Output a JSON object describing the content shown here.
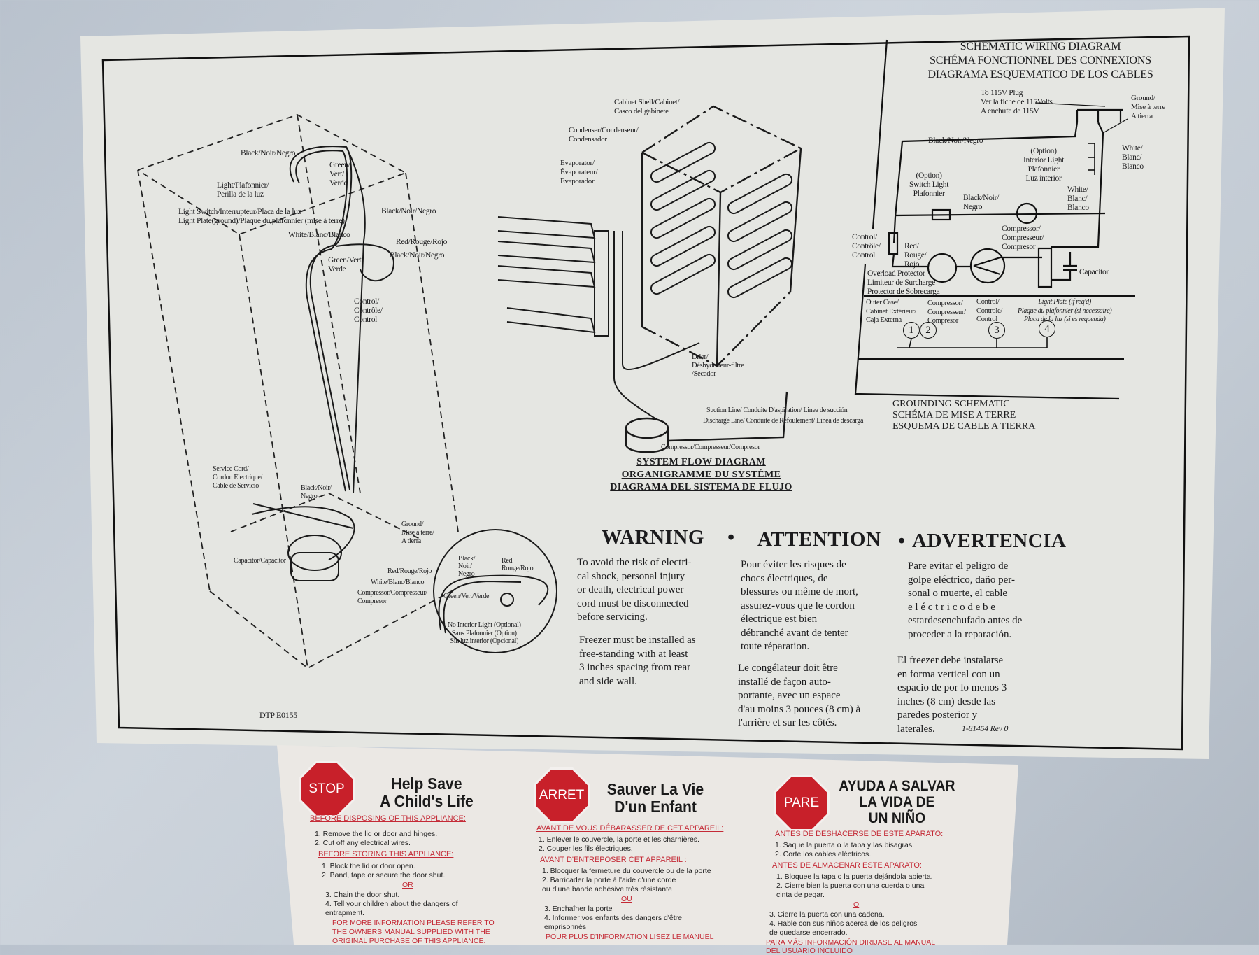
{
  "left_diagram": {
    "labels": [
      "Black/Noir/Negro",
      "Light/Plafonnier/\nPerilla de la luz",
      "Green/\nVert/\nVerde",
      "Light Switch/Interrupteur/Placa de la luz\nLight Plate(ground)/Plaque du plafonnier (mise à terre)",
      "Black/Noir/Negro",
      "White/Blanc/Blanco",
      "Red/Rouge/Rojo",
      "Black/Noir/Negro",
      "Green/Vert/\nVerde",
      "Control/\nContrôle/\nControl",
      "Service Cord/\nCordon Electrique/\nCable de Servicio",
      "Black/Noir/\nNegro",
      "Ground/\nMise à terre/\nA tierra",
      "Capacitor/Capacitor",
      "Red/Rouge/Rojo",
      "White/Blanc/Blanco",
      "Compressor/Compresseur/\nCompresor"
    ],
    "inset": {
      "labels": [
        "Black/\nNoir/\nNegro",
        "Red\nRouge/Rojo",
        "Green/Vert/Verde"
      ],
      "note": "No Interior Light (Optional)\nSans Plafonnier (Option)\nSin luz interior (Opcional)"
    },
    "code": "DTP E0155"
  },
  "flow_diagram": {
    "labels": [
      "Cabinet Shell/Cabinet/\nCasco del gabinete",
      "Condenser/Condenseur/\nCondensador",
      "Evaporator/\nÉvaporateur/\nEvaporador",
      "Drier/\nDéshydrateur-filtre\n/Secador",
      "Suction Line/ Conduite D'aspiration/ Linea de succión",
      "Discharge Line/ Conduite de Refoulement/ Linea de descarga",
      "Compressor/Compresseur/Compresor"
    ],
    "title": [
      "SYSTEM FLOW DIAGRAM",
      "ORGANIGRAMME DU SYSTÉME",
      "DIAGRAMA DEL SISTEMA DE FLUJO"
    ]
  },
  "schematic": {
    "title": "SCHEMATIC WIRING DIAGRAM\nSCHÉMA FONCTIONNEL DES CONNEXIONS\nDIAGRAMA ESQUEMATICO DE LOS CABLES",
    "labels": [
      "To 115V Plug\nVer la fiche de 115Volts\nA enchufe de 115V",
      "Ground/\nMise à terre\nA tierra",
      "Black/Noir/Negro",
      "(Option)\nInterior Light\nPlafonnier\nLuz interior",
      "White/\nBlanc/\nBlanco",
      "(Option)\nSwitch Light\nPlafonnier",
      "White/\nBlanc/\nBlanco",
      "Black/Noir/\nNegro",
      "Compressor/\nCompresseur/\nCompresor",
      "Control/\nContrôle/\nControl",
      "Red/\nRouge/\nRojo",
      "Overload Protector\nLimiteur de Surcharge\nProtector de Sobrecarga",
      "Capacitor"
    ],
    "grounding_labels": [
      "Outer Case/\nCabinet Extérieur/\nCaja Externa",
      "Compressor/\nCompresseur/\nCompresor",
      "Control/\nControle/\nControl",
      "Light Plate (if req'd)\nPlaque du plafonnier (si necessaire)\nPlaca de la luz (si es requenda)"
    ],
    "grounding_points": [
      "1",
      "2",
      "3",
      "4"
    ],
    "grounding_title": "GROUNDING SCHEMATIC\nSCHÉMA DE MISE A TERRE\nESQUEMA DE CABLE A TIERRA"
  },
  "warning": {
    "headings": [
      "WARNING",
      "•",
      "ATTENTION",
      "•",
      "ADVERTENCIA"
    ],
    "en": [
      "To avoid the risk of electri-\ncal shock, personal injury\nor death, electrical power\ncord must be disconnected\nbefore servicing.",
      "Freezer must be installed as\nfree-standing with at least\n3 inches spacing from rear\nand side wall."
    ],
    "fr": [
      "Pour éviter les risques de\nchocs électriques, de\nblessures ou même de mort,\nassurez-vous que le cordon\nélectrique est bien\ndébranché avant de tenter\ntoute réparation.",
      "Le congélateur doit être\ninstallé de façon auto-\nportante, avec un espace\nd'au moins 3 pouces (8 cm) à\nl'arrière et sur les côtés."
    ],
    "es": [
      "Pare evitar el peligro de\ngolpe eléctrico, daño per-\nsonal o muerte, el cable\ne l é c t r i c o d e b e\nestardesenchufado antes de\nproceder a la reparación.",
      "El freezer debe instalarse\nen forma vertical con un\nespacio de por lo menos 3\ninches (8 cm) desde las\nparedes posterior y\nlaterales."
    ],
    "revision": "1-81454 Rev 0"
  },
  "child_safety": {
    "colors": {
      "sign": "#c8202a",
      "heading": "#c42a36"
    },
    "columns": [
      {
        "sign": "STOP",
        "title": "Help Save\nA Child's Life",
        "heading1": "BEFORE DISPOSING OF THIS APPLIANCE:",
        "items1": "1. Remove the lid or door and hinges.\n2. Cut off any electrical wires.",
        "heading2": "BEFORE STORING THIS APPLIANCE:",
        "items2": "1. Block the lid or door open.\n2. Band, tape or secure the door shut.",
        "or": "OR",
        "items3": "3. Chain the door shut.\n4. Tell your children about the dangers of\n    entrapment.",
        "footer": "FOR MORE INFORMATION PLEASE REFER TO\nTHE OWNERS MANUAL SUPPLIED WITH THE\nORIGINAL PURCHASE OF THIS APPLIANCE."
      },
      {
        "sign": "ARRET",
        "title": "Sauver La Vie\nD'un Enfant",
        "heading1": "AVANT DE VOUS DÉBARASSER DE CET APPAREIL:",
        "items1": "1. Enlever le couvercle, la porte et les charnières.\n2. Couper les fils électriques.",
        "heading2": "AVANT D'ENTREPOSER CET APPAREIL :",
        "items2": "1. Blocquer la fermeture du couvercle ou de la porte\n2. Barricader la porte à l'aide d'une corde\n    ou d'une bande adhésive très résistante",
        "or": "OU",
        "items3": "3. Enchaîner la porte\n4. Informer vos enfants des dangers d'être\n    emprisonnés",
        "footer": "POUR PLUS D'INFORMATION LISEZ LE MANUEL"
      },
      {
        "sign": "PARE",
        "title": "AYUDA A SALVAR\nLA VIDA DE\nUN NIÑO",
        "heading1": "ANTES DE DESHACERSE DE ESTE APARATO:",
        "items1": "1. Saque la puerta o la tapa y las bisagras.\n2. Corte los cables eléctricos.",
        "heading2": "ANTES DE ALMACENAR ESTE APARATO:",
        "items2": "1. Bloquee la tapa o la puerta dejándola abierta.\n2. Cierre bien la puerta con una cuerda o una\n    cinta de pegar.",
        "or": "O",
        "items3": "3. Cierre la puerta con una cadena.\n4. Hable con sus niños acerca de los peligros\n    de quedarse encerrado.",
        "footer": "PARA MÁS INFORMACIÓN DIRIJASE AL MANUAL\nDEL USUARIO INCLUIDO"
      }
    ]
  }
}
